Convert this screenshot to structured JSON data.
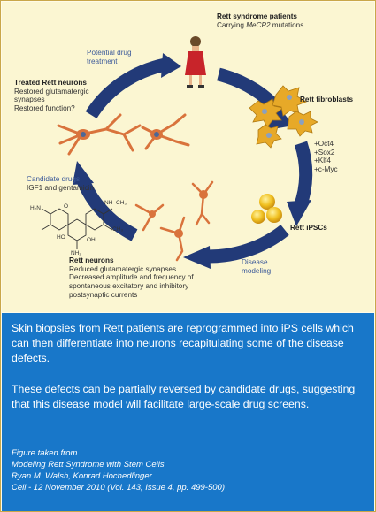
{
  "diagram": {
    "patients": {
      "title": "Rett syndrome patients",
      "subtitle_prefix": "Carrying ",
      "subtitle_gene": "MeCP2",
      "subtitle_suffix": " mutations"
    },
    "potential_drug": {
      "line1": "Potential drug",
      "line2": "treatment"
    },
    "fibroblasts": "Rett fibroblasts",
    "factors": [
      "+Oct4",
      "+Sox2",
      "+Klf4",
      "+c-Myc"
    ],
    "ipscs": "Rett iPSCs",
    "disease_modeling": {
      "line1": "Disease",
      "line2": "modeling"
    },
    "rett_neurons": {
      "title": "Rett neurons",
      "line1": "Reduced glutamatergic synapses",
      "line2": "Decreased amplitude and frequency of",
      "line3": "spontaneous excitatory and inhibitory",
      "line4": "postsynaptic currents"
    },
    "candidate_drugs": {
      "line1": "Candidate drugs",
      "line2": "IGF1 and gentamicin"
    },
    "treated_neurons": {
      "title": "Treated Rett neurons",
      "line1": "Restored glutamatergic",
      "line2": "synapses",
      "line3": "Restored function?"
    },
    "molecule_labels": [
      "NH–CH₃",
      "CH₃",
      "HO",
      "OH",
      "NH₂",
      "H₂N",
      "O"
    ],
    "colors": {
      "arrow": "#223a78",
      "neuron": "#d9733c",
      "fibroblast": "#e7a928",
      "ipsc": "#f0c020",
      "person_dress": "#c8242a",
      "background": "#fbf6d2"
    }
  },
  "caption": {
    "paragraph1": "Skin biopsies from Rett patients are reprogrammed into iPS cells which can then differentiate into neurons recapitulating some of the disease defects.",
    "paragraph2": "These defects can be partially reversed by candidate drugs, suggesting that this disease model will facilitate large-scale drug screens.",
    "citation": {
      "line1": "Figure taken from",
      "line2": "Modeling Rett Syndrome with Stem Cells",
      "line3": "Ryan M. Walsh, Konrad Hochedlinger",
      "line4": "Cell - 12 November 2010 (Vol. 143, Issue 4, pp. 499-500)"
    }
  }
}
